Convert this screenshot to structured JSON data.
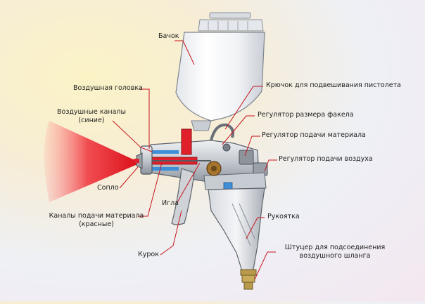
{
  "labels": {
    "tank": "Бачок",
    "air_cap": "Воздушная головка",
    "air_channels_1": "Воздушные каналы",
    "air_channels_2": "(синие)",
    "nozzle": "Сопло",
    "needle": "Игла",
    "material_channels_1": "Каналы подачи материала",
    "material_channels_2": "(красные)",
    "trigger": "Курок",
    "hook": "Крючок для подвешивания пистолета",
    "fan_regulator": "Регулятор размера факела",
    "material_regulator": "Регулятор подачи материала",
    "air_regulator": "Регулятор подачи воздуха",
    "handle": "Рукоятка",
    "fitting_1": "Штуцер для подсоединения",
    "fitting_2": "воздушного шланга"
  },
  "colors": {
    "spray": "#e8101a",
    "pointer": "#c8141c",
    "body_metal": "#b7bcc4",
    "tank_body": "#f2f4f6",
    "air_channel": "#3f8ed8"
  }
}
